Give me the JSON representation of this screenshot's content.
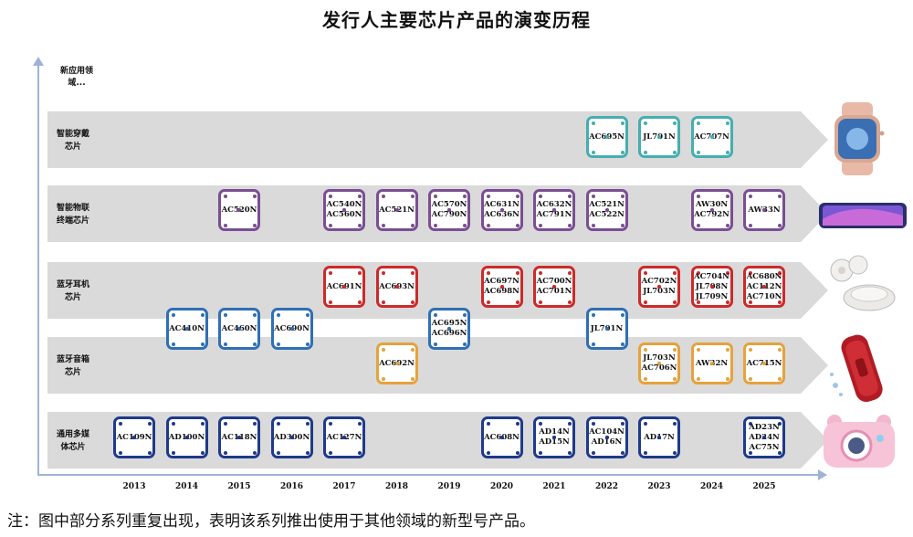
{
  "title": "发行人主要芯片产品的演变历程",
  "axis_top_label": "新应用领\n域...",
  "colors": {
    "wearable": "#45aeb0",
    "iot": "#7a4e93",
    "earphone": "#cc2a2a",
    "earphone_blue": "#2f6fb5",
    "speaker_orange": "#e6a23c",
    "speaker_blue": "#2f6fb5",
    "general": "#1f3a8a",
    "band": "#dadada",
    "axis": "#9fb3d6"
  },
  "rows": [
    {
      "label": "智能穿戴\n芯片",
      "icon": "smartwatch-icon"
    },
    {
      "label": "智能物联\n终端芯片",
      "icon": "smartphone-icon"
    },
    {
      "label": "蓝牙耳机\n芯片",
      "icon": "earbuds-icon"
    },
    {
      "label": "蓝牙音箱\n芯片",
      "icon": "speaker-icon"
    },
    {
      "label": "通用多媒\n体芯片",
      "icon": "kids-camera-icon"
    }
  ],
  "years": [
    "2013",
    "2014",
    "2015",
    "2016",
    "2017",
    "2018",
    "2019",
    "2020",
    "2021",
    "2022",
    "2023",
    "2024",
    "2025"
  ],
  "chips": {
    "wearable": [
      {
        "year": "2022",
        "text": "AC695N"
      },
      {
        "year": "2023",
        "text": "JL701N"
      },
      {
        "year": "2024",
        "text": "AC707N"
      }
    ],
    "iot": [
      {
        "year": "2015",
        "text": "AC520N"
      },
      {
        "year": "2017",
        "text": "AC540N\nAC560N"
      },
      {
        "year": "2018",
        "text": "AC521N"
      },
      {
        "year": "2019",
        "text": "AC570N\nAC790N"
      },
      {
        "year": "2020",
        "text": "AC631N\nAC636N"
      },
      {
        "year": "2021",
        "text": "AC632N\nAC791N"
      },
      {
        "year": "2022",
        "text": "AC521N\nAC522N"
      },
      {
        "year": "2024",
        "text": "AW30N\nAC792N"
      },
      {
        "year": "2025",
        "text": "AW33N"
      }
    ],
    "earphone_top": [
      {
        "year": "2017",
        "text": "AC691N"
      },
      {
        "year": "2018",
        "text": "AC693N"
      },
      {
        "year": "2020",
        "text": "AC697N\nAC698N"
      },
      {
        "year": "2021",
        "text": "AC700N\nAC701N"
      },
      {
        "year": "2023",
        "text": "AC702N\nJL703N"
      },
      {
        "year": "2024",
        "text": "AC704N\nJL708N\nJL709N"
      },
      {
        "year": "2025",
        "text": "AC680N\nAC112N\nAC710N"
      }
    ],
    "shared_blue": [
      {
        "year": "2014",
        "text": "AC410N"
      },
      {
        "year": "2015",
        "text": "AC460N"
      },
      {
        "year": "2016",
        "text": "AC690N"
      },
      {
        "year": "2019",
        "text": "AC695N\nAC696N"
      },
      {
        "year": "2022",
        "text": "JL701N"
      }
    ],
    "speaker": [
      {
        "year": "2018",
        "text": "AC692N"
      },
      {
        "year": "2023",
        "text": "JL703N\nAC706N"
      },
      {
        "year": "2024",
        "text": "AW32N"
      },
      {
        "year": "2025",
        "text": "AC715N"
      }
    ],
    "general": [
      {
        "year": "2013",
        "text": "AC109N"
      },
      {
        "year": "2014",
        "text": "AD100N"
      },
      {
        "year": "2015",
        "text": "AC118N"
      },
      {
        "year": "2016",
        "text": "AD300N"
      },
      {
        "year": "2017",
        "text": "AC127N"
      },
      {
        "year": "2020",
        "text": "AC608N"
      },
      {
        "year": "2021",
        "text": "AD14N\nAD15N"
      },
      {
        "year": "2022",
        "text": "AC104N\nAD16N"
      },
      {
        "year": "2023",
        "text": "AD17N"
      },
      {
        "year": "2025",
        "text": "AD23N\nAD24N\nAC75N"
      }
    ]
  },
  "note": "注：图中部分系列重复出现，表明该系列推出使用于其他领域的新型号产品。"
}
